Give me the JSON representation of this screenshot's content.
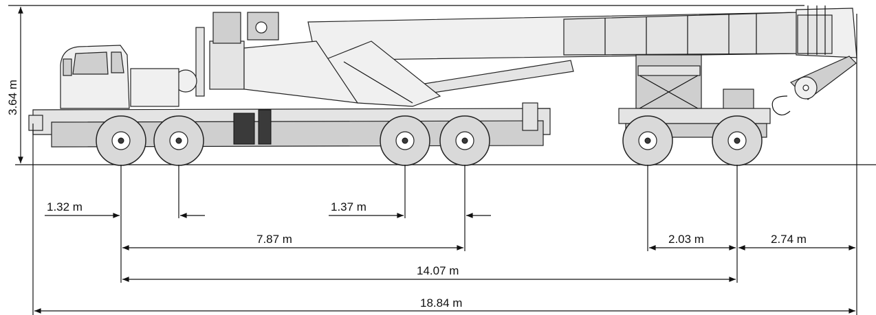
{
  "dimensions": {
    "height": "3.64 m",
    "front_axle_spacing": "1.32 m",
    "rear_axle_spacing": "1.37 m",
    "front_to_rear_axles": "7.87 m",
    "trailer_axle_spacing": "2.03 m",
    "rear_overhang": "2.74 m",
    "front_axle_to_trailer_axle": "14.07 m",
    "overall_length": "18.84 m"
  }
}
